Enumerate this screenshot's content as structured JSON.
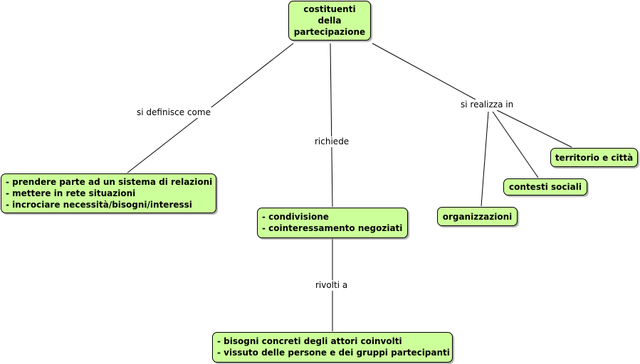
{
  "concept_map": {
    "root": {
      "lines": [
        "costituenti",
        "della",
        "partecipazione"
      ]
    },
    "links": {
      "defines": "si definisce come",
      "requires": "richiede",
      "realized": "si realizza in",
      "directed": "rivolti a"
    },
    "nodes": {
      "definition": {
        "lines": [
          "- prendere parte ad un sistema di relazioni",
          "- mettere in rete situazioni",
          "- incrociare necessità/bisogni/interessi"
        ]
      },
      "requirements": {
        "lines": [
          "- condivisione",
          "- cointeressamento negoziati"
        ]
      },
      "targets": {
        "lines": [
          "- bisogni concreti degli attori coinvolti",
          "- vissuto delle persone e dei gruppi partecipanti"
        ]
      },
      "organizations": {
        "label": "organizzazioni"
      },
      "social_contexts": {
        "label": "contesti sociali"
      },
      "territory": {
        "label": "territorio e città"
      }
    },
    "colors": {
      "node_fill": "#ccff99",
      "node_border": "#000000",
      "line": "#000000",
      "background": "#ffffff"
    }
  }
}
